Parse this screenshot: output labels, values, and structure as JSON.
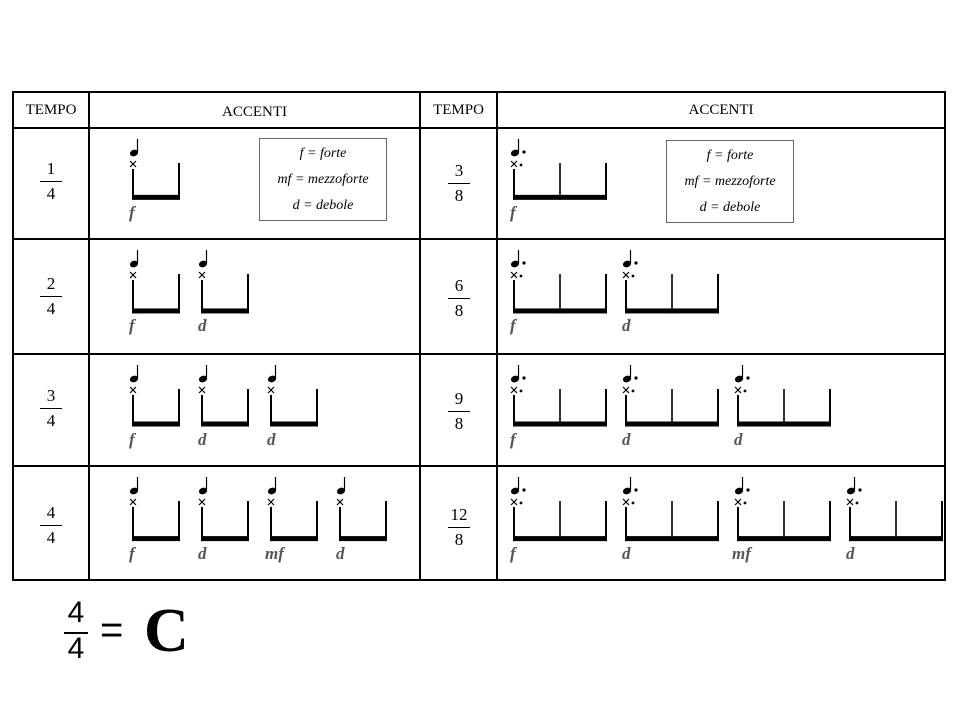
{
  "table": {
    "left": {
      "tempo_header": "TEMPO",
      "accenti_header": "ACCENTI",
      "rows": [
        {
          "numerator": "1",
          "denominator": "4",
          "beats": 1,
          "subdivisions": 1,
          "accents": [
            "f"
          ]
        },
        {
          "numerator": "2",
          "denominator": "4",
          "beats": 2,
          "subdivisions": 1,
          "accents": [
            "f",
            "d"
          ]
        },
        {
          "numerator": "3",
          "denominator": "4",
          "beats": 3,
          "subdivisions": 1,
          "accents": [
            "f",
            "d",
            "d"
          ]
        },
        {
          "numerator": "4",
          "denominator": "4",
          "beats": 4,
          "subdivisions": 1,
          "accents": [
            "f",
            "d",
            "mf",
            "d"
          ]
        }
      ],
      "legend": [
        "f = forte",
        "mf = mezzoforte",
        "d = debole"
      ]
    },
    "right": {
      "tempo_header": "TEMPO",
      "accenti_header": "ACCENTI",
      "rows": [
        {
          "numerator": "3",
          "denominator": "8",
          "beats": 1,
          "subdivisions": 2,
          "accents": [
            "f"
          ]
        },
        {
          "numerator": "6",
          "denominator": "8",
          "beats": 2,
          "subdivisions": 2,
          "accents": [
            "f",
            "d"
          ]
        },
        {
          "numerator": "9",
          "denominator": "8",
          "beats": 3,
          "subdivisions": 2,
          "accents": [
            "f",
            "d",
            "d"
          ]
        },
        {
          "numerator": "12",
          "denominator": "8",
          "beats": 4,
          "subdivisions": 2,
          "accents": [
            "f",
            "d",
            "mf",
            "d"
          ]
        }
      ],
      "legend": [
        "f = forte",
        "mf = mezzoforte",
        "d = debole"
      ]
    }
  },
  "footer": {
    "numerator": "4",
    "denominator": "4",
    "equals": "=",
    "symbol": "C"
  },
  "icons": {
    "beat_marker": "quarter-note-icon",
    "dotted_beat_marker": "dotted-quarter-note-icon",
    "conductor_mark": "x-mark-icon"
  }
}
